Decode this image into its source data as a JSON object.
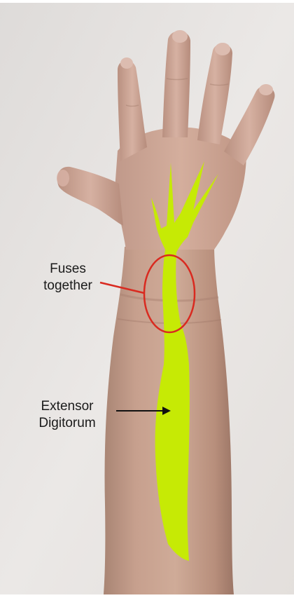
{
  "annotations": {
    "fuses": {
      "line1": "Fuses",
      "line2": "together"
    },
    "extensor": {
      "line1": "Extensor",
      "line2": "Digitorum"
    }
  },
  "colors": {
    "muscle": "#c6ea05",
    "circle": "#d92a20",
    "arrow_fuses": "#d92a20",
    "arrow_extensor": "#111111",
    "skin": "#c9a08c",
    "background": "#e6e2e0"
  }
}
